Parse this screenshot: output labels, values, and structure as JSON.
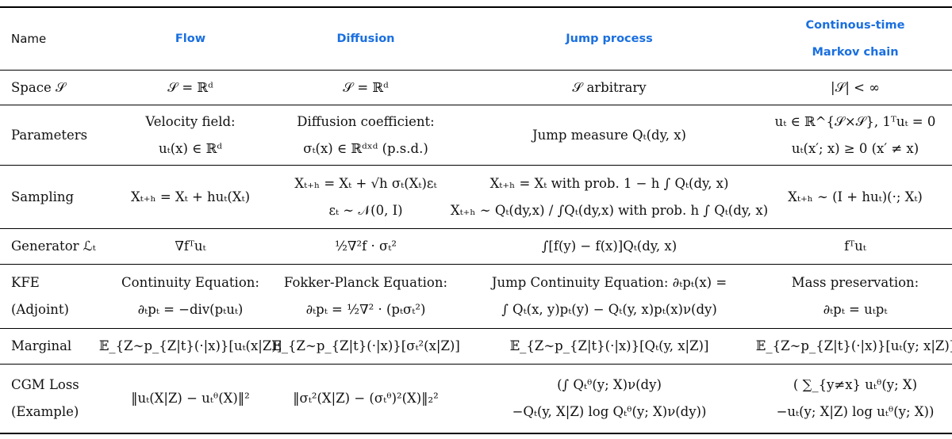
{
  "header": {
    "name": "Name",
    "flow": "Flow",
    "diffusion": "Diffusion",
    "jump": "Jump process",
    "ctmc_line1": "Continous-time",
    "ctmc_line2": "Markov chain"
  },
  "rows": [
    {
      "label": [
        "Space 𝒮"
      ],
      "flow": [
        "𝒮 = ℝᵈ"
      ],
      "diffusion": [
        "𝒮 = ℝᵈ"
      ],
      "jump": [
        "𝒮 arbitrary"
      ],
      "ctmc": [
        "|𝒮| < ∞"
      ]
    },
    {
      "label": [
        "Parameters"
      ],
      "flow": [
        "Velocity field:",
        "uₜ(x) ∈ ℝᵈ"
      ],
      "diffusion": [
        "Diffusion coefficient:",
        "σₜ(x) ∈ ℝᵈˣᵈ (p.s.d.)"
      ],
      "jump": [
        "Jump measure Qₜ(dy, x)"
      ],
      "ctmc": [
        "uₜ ∈ ℝ^{𝒮×𝒮}, 1ᵀuₜ = 0",
        "uₜ(x′; x) ≥ 0 (x′ ≠ x)"
      ]
    },
    {
      "label": [
        "Sampling"
      ],
      "flow": [
        "Xₜ₊ₕ = Xₜ + huₜ(Xₜ)"
      ],
      "diffusion": [
        "Xₜ₊ₕ = Xₜ + √h σₜ(Xₜ)εₜ",
        "εₜ ∼ 𝒩(0, I)"
      ],
      "jump": [
        "Xₜ₊ₕ = Xₜ with prob. 1 − h ∫ Qₜ(dy, x)",
        "Xₜ₊ₕ ∼ Qₜ(dy,x) / ∫Qₜ(dy,x) with prob. h ∫ Qₜ(dy, x)"
      ],
      "ctmc": [
        "Xₜ₊ₕ ∼ (I + huₜ)(·; Xₜ)"
      ]
    },
    {
      "label": [
        "Generator ℒₜ"
      ],
      "flow": [
        "∇fᵀuₜ"
      ],
      "diffusion": [
        "½∇²f · σₜ²"
      ],
      "jump": [
        "∫[f(y) − f(x)]Qₜ(dy, x)"
      ],
      "ctmc": [
        "fᵀuₜ"
      ]
    },
    {
      "label": [
        "KFE",
        "(Adjoint)"
      ],
      "flow": [
        "Continuity Equation:",
        "∂ₜpₜ = −div(pₜuₜ)"
      ],
      "diffusion": [
        "Fokker-Planck Equation:",
        "∂ₜpₜ = ½∇² · (pₜσₜ²)"
      ],
      "jump": [
        "Jump Continuity Equation: ∂ₜpₜ(x) =",
        "∫ Qₜ(x, y)pₜ(y) − Qₜ(y, x)pₜ(x)ν(dy)"
      ],
      "ctmc": [
        "Mass preservation:",
        "∂ₜpₜ = uₜpₜ"
      ]
    },
    {
      "label": [
        "Marginal"
      ],
      "flow": [
        "𝔼_{Z∼p_{Z|t}(·|x)}[uₜ(x|Z)]"
      ],
      "diffusion": [
        "𝔼_{Z∼p_{Z|t}(·|x)}[σₜ²(x|Z)]"
      ],
      "jump": [
        "𝔼_{Z∼p_{Z|t}(·|x)}[Qₜ(y, x|Z)]"
      ],
      "ctmc": [
        "𝔼_{Z∼p_{Z|t}(·|x)}[uₜ(y; x|Z)]"
      ]
    },
    {
      "label": [
        "CGM Loss",
        "(Example)"
      ],
      "flow": [
        "‖uₜ(X|Z) − uₜᶿ(X)‖²"
      ],
      "diffusion": [
        "‖σₜ²(X|Z) − (σₜᶿ)²(X)‖₂²"
      ],
      "jump": [
        "(∫ Qₜᶿ(y; X)ν(dy)",
        "−Qₜ(y, X|Z) log Qₜᶿ(y; X)ν(dy))"
      ],
      "ctmc": [
        "( ∑_{y≠x} uₜᶿ(y; X)",
        "−uₜ(y; X|Z) log uₜᶿ(y; X))"
      ]
    }
  ]
}
